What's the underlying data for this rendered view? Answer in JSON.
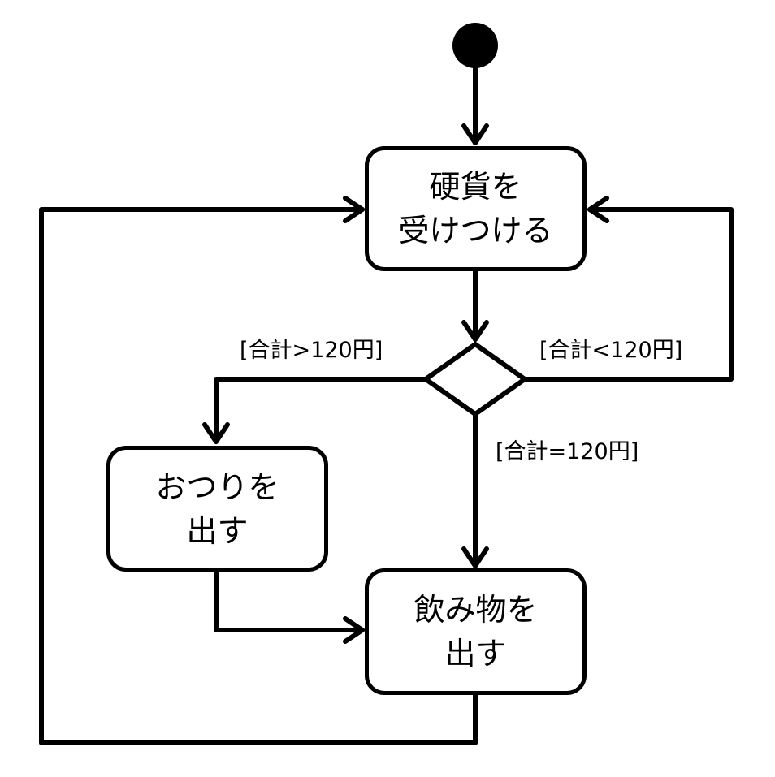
{
  "diagram": {
    "type": "activity",
    "nodes": {
      "accept_coins": {
        "label": "硬貨を\n受けつける"
      },
      "give_change": {
        "label": "おつりを\n出す"
      },
      "dispense_drink": {
        "label": "飲み物を\n出す"
      }
    },
    "guards": {
      "greater": "[合計>120円]",
      "less": "[合計<120円]",
      "equal": "[合計=120円]"
    },
    "edges": [
      {
        "from": "start",
        "to": "accept_coins"
      },
      {
        "from": "accept_coins",
        "to": "decision"
      },
      {
        "from": "decision",
        "to": "give_change",
        "guard": "greater"
      },
      {
        "from": "decision",
        "to": "accept_coins",
        "guard": "less"
      },
      {
        "from": "decision",
        "to": "dispense_drink",
        "guard": "equal"
      },
      {
        "from": "give_change",
        "to": "dispense_drink"
      },
      {
        "from": "dispense_drink",
        "to": "accept_coins"
      }
    ]
  }
}
